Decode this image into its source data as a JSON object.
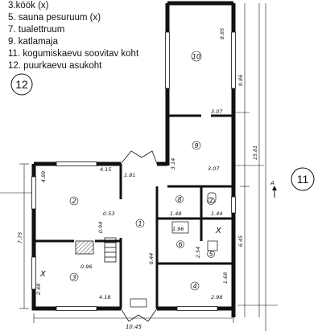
{
  "legend": {
    "items": [
      "3.köök (x)",
      "5. sauna pesuruum (x)",
      "7. tualettruum",
      "9. katlamaja",
      "11. kogumiskaevu soovitav koht",
      "12. puurkaevu asukoht"
    ]
  },
  "markers": {
    "left_number": "12",
    "right_number": "11",
    "north_letter": "A"
  },
  "rooms": {
    "r1": "1",
    "r2": "2",
    "r3": "3",
    "r4": "4",
    "r5": "5",
    "r6": "6",
    "r7": "7",
    "r8": "8",
    "r9": "9",
    "r10": "10",
    "x_kitchen": "X",
    "x_sauna": "X"
  },
  "dimensions": {
    "d_10_45": "10.45",
    "d_7_75": "7.75",
    "d_15_81": "15.81",
    "d_6_45": "6.45",
    "d_8_85": "8.85",
    "d_9_86": "9.86",
    "d_3_07a": "3.07",
    "d_3_07b": "3.07",
    "d_3_14": "3.14",
    "d_4_15": "4.15",
    "d_4_89": "4.89",
    "d_1_81": "1.81",
    "d_1_48": "1.48",
    "d_1_44": "1.44",
    "d_1_96": "1.96",
    "d_2_98": "2.98",
    "d_4_18": "4.18",
    "d_2_48": "2.48",
    "d_0_53": "0.53",
    "d_0_94": "0.94",
    "d_0_96": "0.96",
    "d_1_68": "1.68",
    "d_6_44": "6.44",
    "d_2_54": "2.54"
  }
}
